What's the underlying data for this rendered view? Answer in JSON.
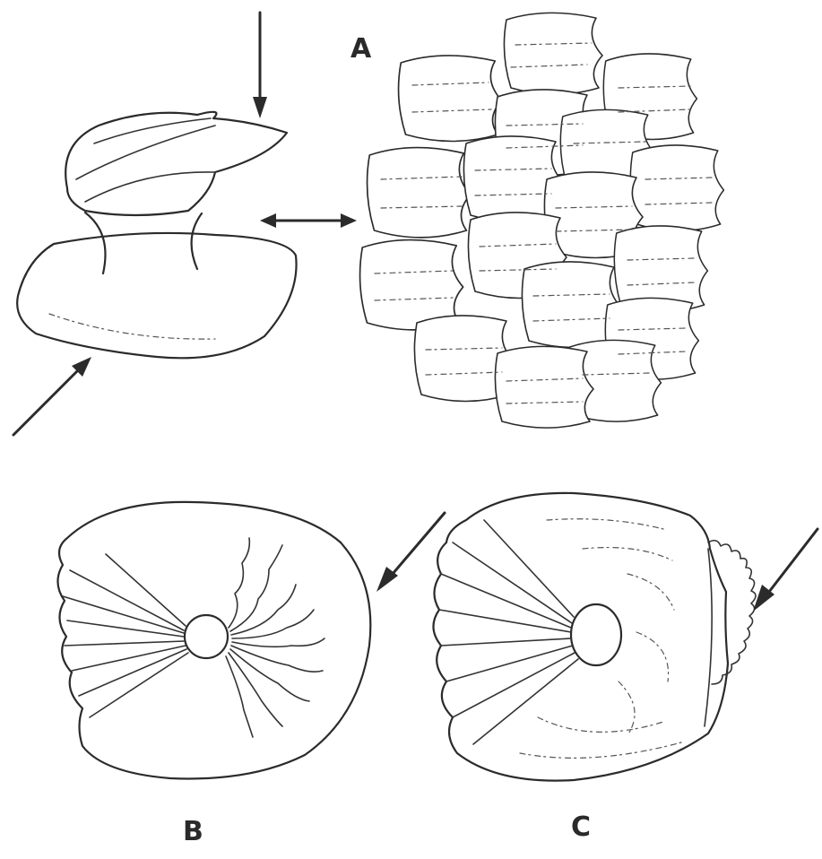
{
  "figure": {
    "panel_labels": {
      "a": "A",
      "b": "B",
      "c": "C"
    }
  }
}
